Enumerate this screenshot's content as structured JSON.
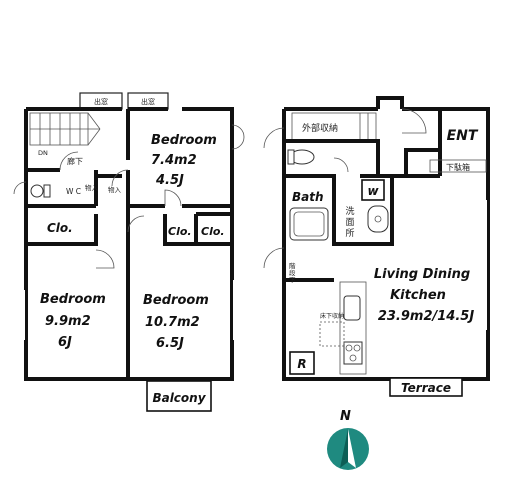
{
  "plan": {
    "upper_floor": {
      "bedroom_a": {
        "name": "Bedroom",
        "area": "7.4m2",
        "mats": "4.5J"
      },
      "bedroom_b": {
        "name": "Bedroom",
        "area": "9.9m2",
        "mats": "6J"
      },
      "bedroom_c": {
        "name": "Bedroom",
        "area": "10.7m2",
        "mats": "6.5J"
      },
      "closet_1": "Clo.",
      "closet_2": "Clo.",
      "closet_3": "Clo.",
      "wc": "W C",
      "down_label": "DN",
      "corridor": "廊下",
      "storage_1": "物入",
      "storage_2": "物入",
      "window_1": "出窓",
      "window_2": "出窓",
      "balcony": "Balcony"
    },
    "lower_floor": {
      "ldk_line1": "Living Dining",
      "ldk_line2": "Kitchen",
      "ldk_area": "23.9m2/14.5J",
      "bath": "Bath",
      "washroom": "洗面所",
      "washer": "w",
      "entrance": "ENT",
      "shoe_box": "下駄箱",
      "outdoor_storage": "外部収納",
      "underfloor_storage": "床下収納",
      "stair_storage": "階段下",
      "fridge": "R",
      "terrace": "Terrace"
    },
    "north_label": "N"
  },
  "colors": {
    "wall": "#111111",
    "compass_fill": "#1f8a80",
    "compass_text": "#1f8a80"
  }
}
